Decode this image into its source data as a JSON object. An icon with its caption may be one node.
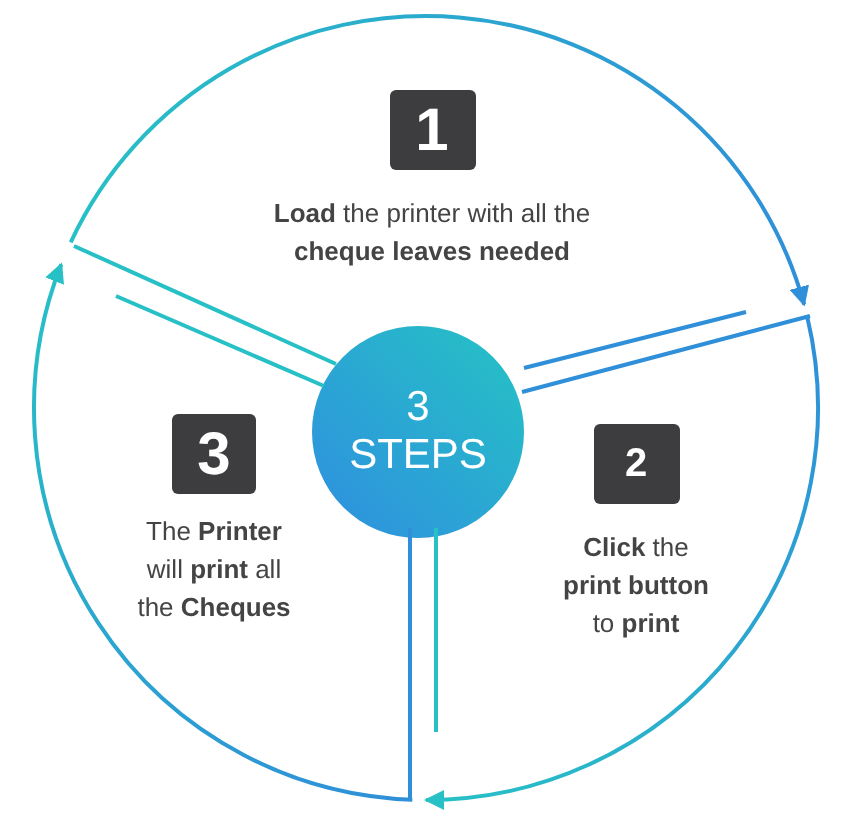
{
  "diagram": {
    "nodes": [
      {
        "text": [
          "3 STEPS"
        ]
      },
      {
        "text": [
          "1",
          "**Load** the printer with all the **cheque leaves needed**"
        ]
      },
      {
        "text": [
          "2",
          "**Click** the **print button** to **print**"
        ]
      },
      {
        "text": [
          "3",
          "The **Printer** will **print** all the **Cheques**"
        ]
      }
    ],
    "edges": [
      {
        "from": 1,
        "to": 2,
        "arrow": "to"
      },
      {
        "from": 2,
        "to": 3,
        "arrow": "to"
      },
      {
        "from": 3,
        "to": 1,
        "arrow": "to"
      }
    ]
  }
}
